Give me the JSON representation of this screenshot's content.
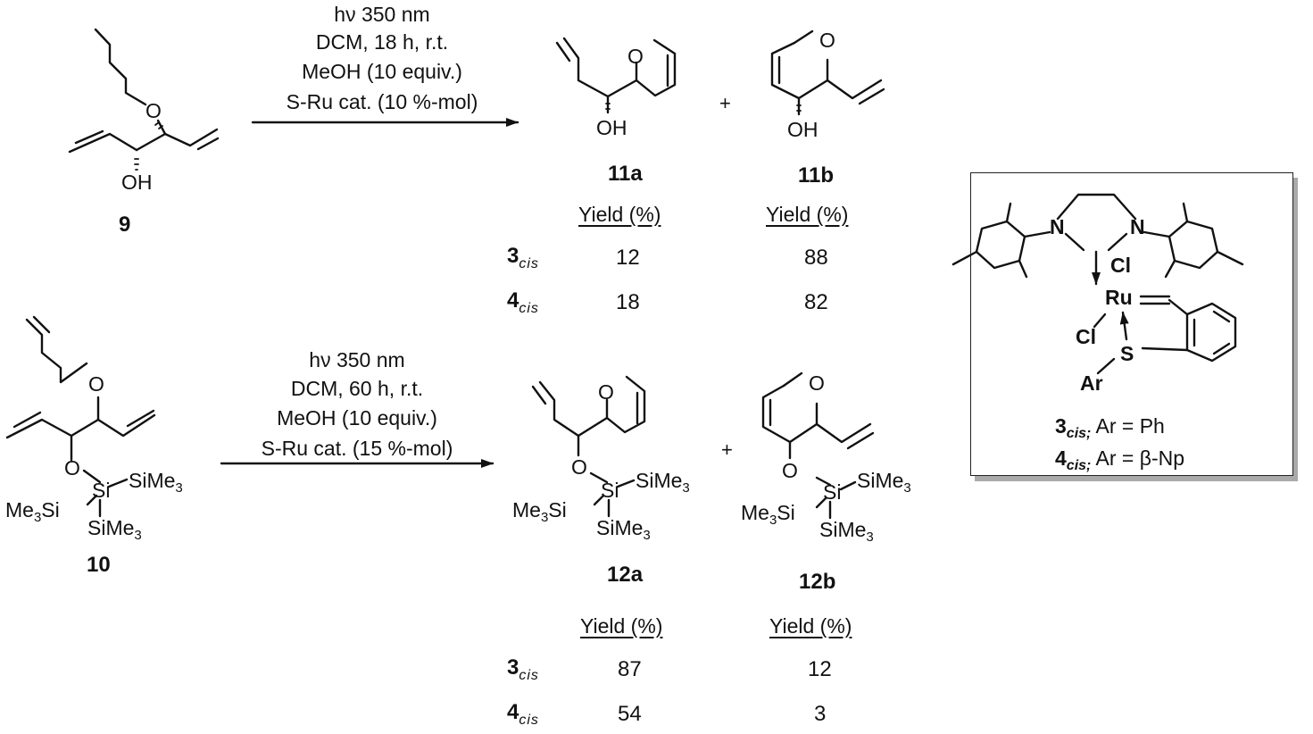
{
  "reaction1": {
    "conditions": [
      "hν 350 nm",
      "DCM, 18 h, r.t.",
      "MeOH (10 equiv.)",
      "S-Ru cat. (10 %-mol)"
    ],
    "reactant": {
      "id": "9",
      "atoms": {
        "o": "O",
        "oh": "OH"
      }
    },
    "product_a": {
      "id": "11a",
      "atoms": {
        "o": "O",
        "oh": "OH"
      }
    },
    "product_b": {
      "id": "11b",
      "atoms": {
        "o": "O",
        "oh": "OH"
      }
    },
    "plus": "+",
    "yield_header": "Yield (%)",
    "catalysts": [
      {
        "num": "3",
        "sub": "cis",
        "yield_a": "12",
        "yield_b": "88"
      },
      {
        "num": "4",
        "sub": "cis",
        "yield_a": "18",
        "yield_b": "82"
      }
    ]
  },
  "reaction2": {
    "conditions": [
      "hν 350 nm",
      "DCM, 60 h, r.t.",
      "MeOH (10 equiv.)",
      "S-Ru cat. (15 %-mol)"
    ],
    "reactant": {
      "id": "10",
      "atoms": {
        "o_ether": "O",
        "o_silyl": "O",
        "si": "Si",
        "sime3_right": "SiMe",
        "sime3_bottom": "SiMe",
        "me3si": "Me",
        "me3si_tail": "Si",
        "three": "3"
      }
    },
    "product_a": {
      "id": "12a"
    },
    "product_b": {
      "id": "12b"
    },
    "plus": "+",
    "yield_header": "Yield (%)",
    "catalysts": [
      {
        "num": "3",
        "sub": "cis",
        "yield_a": "87",
        "yield_b": "12"
      },
      {
        "num": "4",
        "sub": "cis",
        "yield_a": "54",
        "yield_b": "3"
      }
    ]
  },
  "catalyst_box": {
    "atoms": {
      "n_left": "N",
      "n_right": "N",
      "ru": "Ru",
      "cl_top": "Cl",
      "cl_left": "Cl",
      "s": "S",
      "ar": "Ar"
    },
    "legend": [
      {
        "num": "3",
        "sub": "cis;",
        "text": " Ar = Ph"
      },
      {
        "num": "4",
        "sub": "cis;",
        "text": " Ar = β-Np"
      }
    ]
  }
}
